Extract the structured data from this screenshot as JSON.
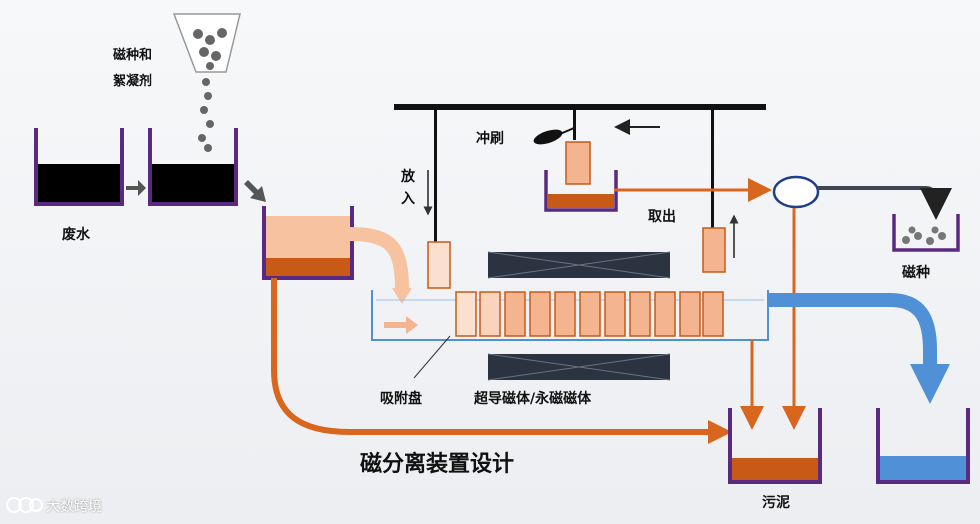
{
  "labels": {
    "seed_coagulant_line1": "磁种和",
    "seed_coagulant_line2": "絮凝剂",
    "wastewater": "废水",
    "flush": "冲刷",
    "put_in": "放入",
    "take_out": "取出",
    "magnetic_seed": "磁种",
    "adsorption_disc": "吸附盘",
    "magnets": "超导磁体/永磁磁体",
    "sludge": "污泥"
  },
  "title": "磁分离装置设计",
  "watermark": "大数跨境",
  "colors": {
    "tank_outline": "#5a2a82",
    "wastewater": "#000000",
    "orange_flow": "#d9661f",
    "light_orange": "#f6c2a0",
    "blue_water": "#4f90d6",
    "magnet": "#2c3340",
    "disc_fill": "#f3b48f",
    "sludge_fill": "#c85a17"
  }
}
